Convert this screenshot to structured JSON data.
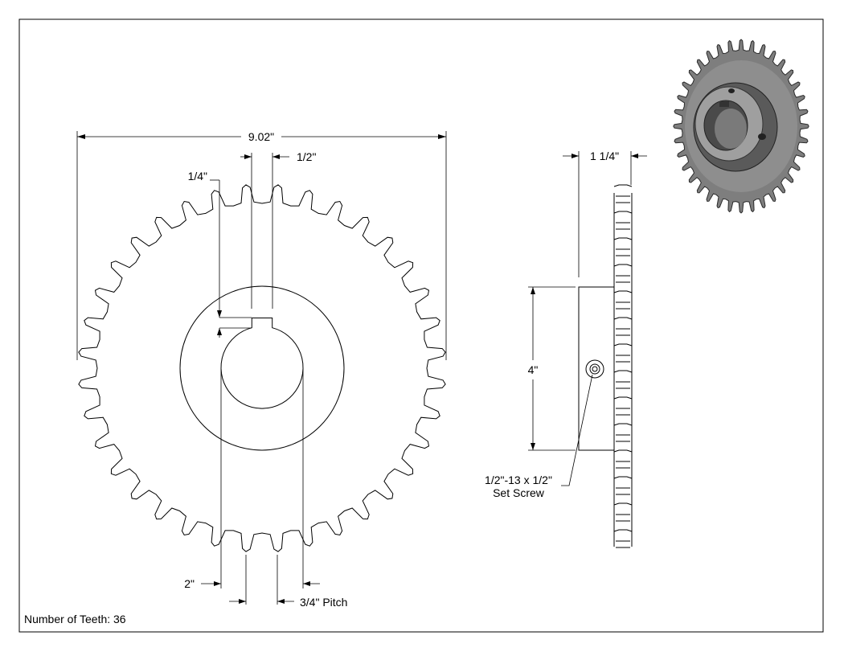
{
  "dimensions": {
    "outer_diameter": "9.02\"",
    "keyway_width": "1/2\"",
    "keyway_depth": "1/4\"",
    "hub_width": "1 1/4\"",
    "hub_diameter": "4\"",
    "bore": "2\"",
    "pitch": "3/4\" Pitch"
  },
  "set_screw": {
    "line1": "1/2\"-13 x 1/2\"",
    "line2": "Set Screw"
  },
  "teeth_note": "Number of Teeth: 36",
  "teeth_count": 36,
  "colors": {
    "line": "#000000",
    "render_body": "#8c8c8c",
    "render_dark": "#3a3a3a"
  }
}
